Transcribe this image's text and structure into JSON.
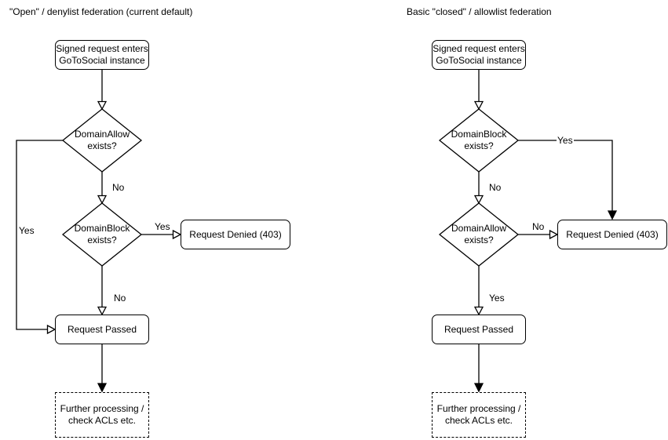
{
  "colors": {
    "stroke": "#000000",
    "text": "#000000",
    "background": "#ffffff"
  },
  "charts": [
    {
      "title": "\"Open\" / denylist federation (current default)",
      "nodes": {
        "start": "Signed request enters\nGoToSocial instance",
        "decision1": "DomainAllow\nexists?",
        "decision2": "DomainBlock\nexists?",
        "denied": "Request Denied (403)",
        "passed": "Request Passed",
        "further": "Further processing /\ncheck ACLs etc."
      },
      "edge_labels": {
        "decision1_yes": "Yes",
        "decision1_no": "No",
        "decision2_yes": "Yes",
        "decision2_no": "No"
      }
    },
    {
      "title": "Basic \"closed\" / allowlist federation",
      "nodes": {
        "start": "Signed request enters\nGoToSocial instance",
        "decision1": "DomainBlock\nexists?",
        "decision2": "DomainAllow\nexists?",
        "denied": "Request Denied (403)",
        "passed": "Request Passed",
        "further": "Further processing /\ncheck ACLs etc."
      },
      "edge_labels": {
        "decision1_yes": "Yes",
        "decision1_no": "No",
        "decision2_no": "No",
        "decision2_yes": "Yes"
      }
    }
  ]
}
